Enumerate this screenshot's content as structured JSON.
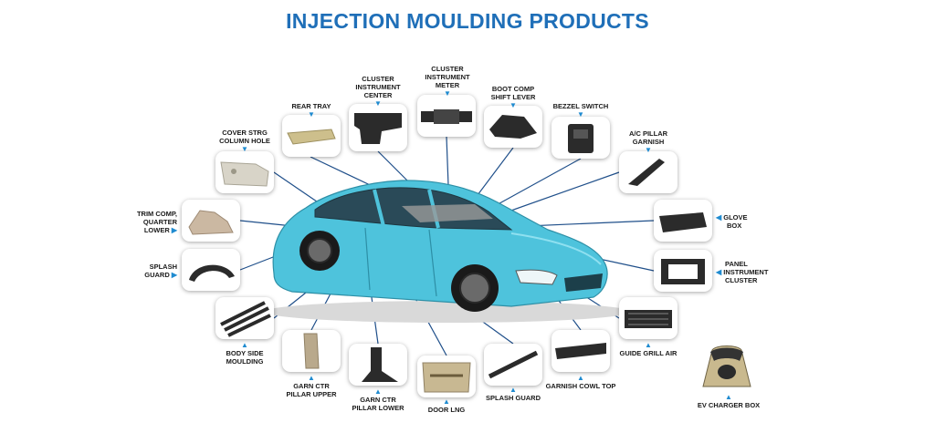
{
  "title": "INJECTION MOULDING PRODUCTS",
  "colors": {
    "title": "#1f6fb8",
    "arrow": "#1f8bd0",
    "car_body": "#4ec3dc",
    "line": "#1f4f8a"
  },
  "parts": [
    {
      "key": "cover_strg",
      "label": [
        "COVER STRG",
        "COLUMN HOLE"
      ],
      "icon": "column-cover-icon"
    },
    {
      "key": "rear_tray",
      "label": [
        "REAR TRAY"
      ],
      "icon": "rear-tray-icon"
    },
    {
      "key": "cluster_center",
      "label": [
        "CLUSTER",
        "INSTRUMENT",
        "CENTER"
      ],
      "icon": "center-cluster-icon"
    },
    {
      "key": "cluster_meter",
      "label": [
        "CLUSTER",
        "INSTRUMENT",
        "METER"
      ],
      "icon": "meter-cluster-icon"
    },
    {
      "key": "boot_comp",
      "label": [
        "BOOT COMP",
        "SHIFT LEVER"
      ],
      "icon": "shift-boot-icon"
    },
    {
      "key": "bezzel_switch",
      "label": [
        "BEZZEL SWITCH"
      ],
      "icon": "switch-bezel-icon"
    },
    {
      "key": "ac_pillar",
      "label": [
        "A/C PILLAR",
        "GARNISH"
      ],
      "icon": "pillar-garnish-icon"
    },
    {
      "key": "trim_comp",
      "label": [
        "TRIM COMP,",
        "QUARTER",
        "LOWER"
      ],
      "icon": "quarter-trim-icon"
    },
    {
      "key": "glove_box",
      "label": [
        "GLOVE",
        "BOX"
      ],
      "icon": "glove-box-icon"
    },
    {
      "key": "splash_left",
      "label": [
        "SPLASH",
        "GUARD"
      ],
      "icon": "splash-guard-icon"
    },
    {
      "key": "panel_cluster",
      "label": [
        "PANEL",
        "INSTRUMENT",
        "CLUSTER"
      ],
      "icon": "panel-cluster-icon"
    },
    {
      "key": "body_side",
      "label": [
        "BODY SIDE",
        "MOULDING"
      ],
      "icon": "side-moulding-icon"
    },
    {
      "key": "guide_grill",
      "label": [
        "GUIDE GRILL AIR"
      ],
      "icon": "grill-guide-icon"
    },
    {
      "key": "garn_upper",
      "label": [
        "GARN CTR",
        "PILLAR UPPER"
      ],
      "icon": "pillar-upper-icon"
    },
    {
      "key": "garn_lower",
      "label": [
        "GARN CTR",
        "PILLAR LOWER"
      ],
      "icon": "pillar-lower-icon"
    },
    {
      "key": "door_lng",
      "label": [
        "DOOR LNG"
      ],
      "icon": "door-lining-icon"
    },
    {
      "key": "splash_bottom",
      "label": [
        "SPLASH GUARD"
      ],
      "icon": "splash-strip-icon"
    },
    {
      "key": "garnish_cowl",
      "label": [
        "GARNISH COWL TOP"
      ],
      "icon": "cowl-top-icon"
    },
    {
      "key": "ev_charger",
      "label": [
        "EV CHARGER BOX"
      ],
      "icon": "ev-charger-icon"
    }
  ]
}
